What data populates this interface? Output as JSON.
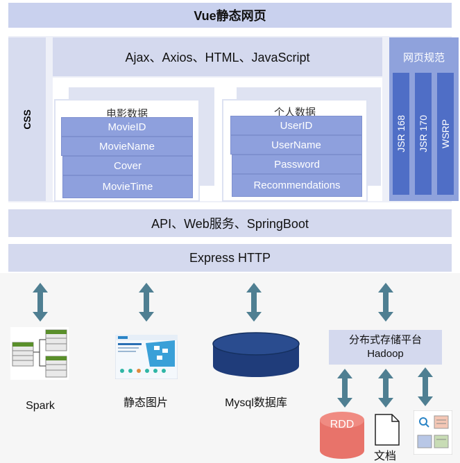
{
  "header": {
    "title": "Vue静态网页"
  },
  "sidebar_left": {
    "label": "CSS"
  },
  "frontend_libs": {
    "label": "Ajax、Axios、HTML、JavaScript"
  },
  "movie_table": {
    "title": "电影数据",
    "fields": [
      "MovieID",
      "MovieName",
      "Cover",
      "MovieTime"
    ]
  },
  "user_table": {
    "title": "个人数据",
    "fields": [
      "UserID",
      "UserName",
      "Password",
      "Recommendations"
    ]
  },
  "web_specs": {
    "title": "网页规范",
    "items": [
      "JSR 168",
      "JSR 170",
      "WSRP"
    ]
  },
  "api_layer": {
    "label": "API、Web服务、SpringBoot"
  },
  "http_layer": {
    "label": "Express HTTP"
  },
  "components": {
    "spark": "Spark",
    "static_images": "静态图片",
    "mysql": "Mysql数据库",
    "storage": {
      "line1": "分布式存储平台",
      "line2": "Hadoop"
    },
    "rdd": "RDD",
    "docs": "文档"
  },
  "colors": {
    "band": "#d4d9ee",
    "field": "#8ea0dd",
    "spec_panel": "#8fa2dc",
    "spec_bar": "#4f6ec6",
    "arrow": "#4f7f92",
    "rdd": "#e8736a",
    "db": "#1f3c7a"
  }
}
